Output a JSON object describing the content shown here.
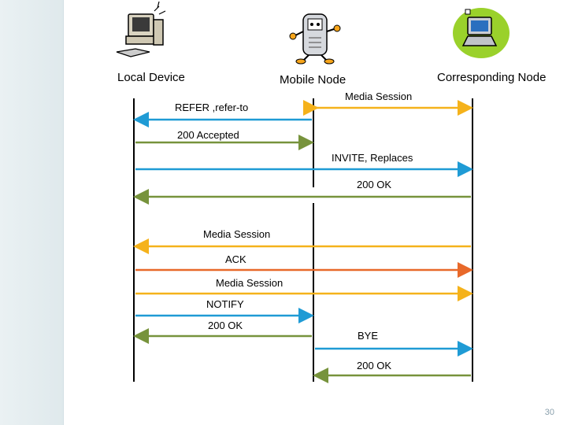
{
  "nodes": {
    "local": "Local Device",
    "mobile": "Mobile Node",
    "corr": "Corresponding Node"
  },
  "messages": {
    "media_session_top": "Media Session",
    "refer": "REFER ,refer-to",
    "accepted": "200 Accepted",
    "invite": "INVITE, Replaces",
    "ok_invite": "200 OK",
    "media_session_mid": "Media Session",
    "ack": "ACK",
    "media_session_low": "Media Session",
    "notify": "NOTIFY",
    "ok_notify": "200 OK",
    "bye": "BYE",
    "ok_bye": "200 OK"
  },
  "colors": {
    "teal_blue": "#1f9bd5",
    "olive_green": "#77933c",
    "amber": "#f5b21b",
    "orange": "#e8692a",
    "lifeline": "#000000"
  },
  "icons": {
    "local": "desktop-computer-icon",
    "mobile": "cell-phone-character-icon",
    "corr": "laptop-icon"
  },
  "slide_number": "30"
}
